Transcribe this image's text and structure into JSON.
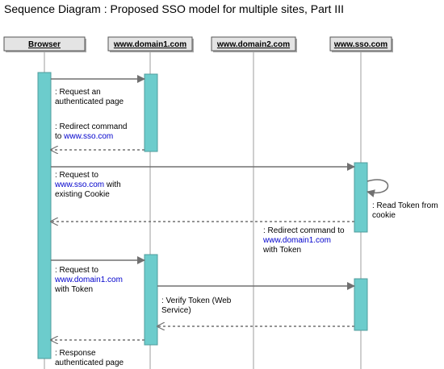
{
  "title": "Sequence Diagram : Proposed SSO model for multiple sites, Part III",
  "colors": {
    "activation": "#6ccccc",
    "activation_stroke": "#4f9c9c",
    "header_fill": "#e4e4e4",
    "lifeline": "#9e9e9e",
    "arrow": "#707070",
    "link": "#0000cc"
  },
  "participants": [
    {
      "name": "Browser"
    },
    {
      "name": "www.domain1.com"
    },
    {
      "name": "www.domain2.com"
    },
    {
      "name": "www.sso.com"
    }
  ],
  "messages": [
    {
      "from": "Browser",
      "to": "www.domain1.com",
      "type": "call",
      "lines": [
        [
          {
            "t": ": Request an"
          }
        ],
        [
          {
            "t": "authenticated page"
          }
        ]
      ]
    },
    {
      "from": "www.domain1.com",
      "to": "Browser",
      "type": "return",
      "lines": [
        [
          {
            "t": ": Redirect command"
          }
        ],
        [
          {
            "t": "to "
          },
          {
            "t": "www.sso.com",
            "link": true
          }
        ]
      ]
    },
    {
      "from": "Browser",
      "to": "www.sso.com",
      "type": "call",
      "lines": [
        [
          {
            "t": ": Request to"
          }
        ],
        [
          {
            "t": "www.sso.com",
            "link": true
          },
          {
            "t": " with"
          }
        ],
        [
          {
            "t": "existing Cookie"
          }
        ]
      ]
    },
    {
      "from": "www.sso.com",
      "to": "www.sso.com",
      "type": "self",
      "lines": [
        [
          {
            "t": ": Read Token from"
          }
        ],
        [
          {
            "t": "cookie"
          }
        ]
      ]
    },
    {
      "from": "www.sso.com",
      "to": "Browser",
      "type": "return",
      "lines": [
        [
          {
            "t": ": Redirect command to"
          }
        ],
        [
          {
            "t": "www.domain1.com",
            "link": true
          }
        ],
        [
          {
            "t": "with Token"
          }
        ]
      ]
    },
    {
      "from": "Browser",
      "to": "www.domain1.com",
      "type": "call",
      "lines": [
        [
          {
            "t": ": Request to"
          }
        ],
        [
          {
            "t": "www.domain1.com",
            "link": true
          }
        ],
        [
          {
            "t": "with Token"
          }
        ]
      ]
    },
    {
      "from": "www.domain1.com",
      "to": "www.sso.com",
      "type": "call",
      "lines": [
        [
          {
            "t": ": Verify Token (Web"
          }
        ],
        [
          {
            "t": "Service)"
          }
        ]
      ]
    },
    {
      "from": "www.sso.com",
      "to": "www.domain1.com",
      "type": "return",
      "lines": []
    },
    {
      "from": "www.domain1.com",
      "to": "Browser",
      "type": "return",
      "lines": [
        [
          {
            "t": ": Response"
          }
        ],
        [
          {
            "t": "authenticated page"
          }
        ]
      ]
    }
  ]
}
